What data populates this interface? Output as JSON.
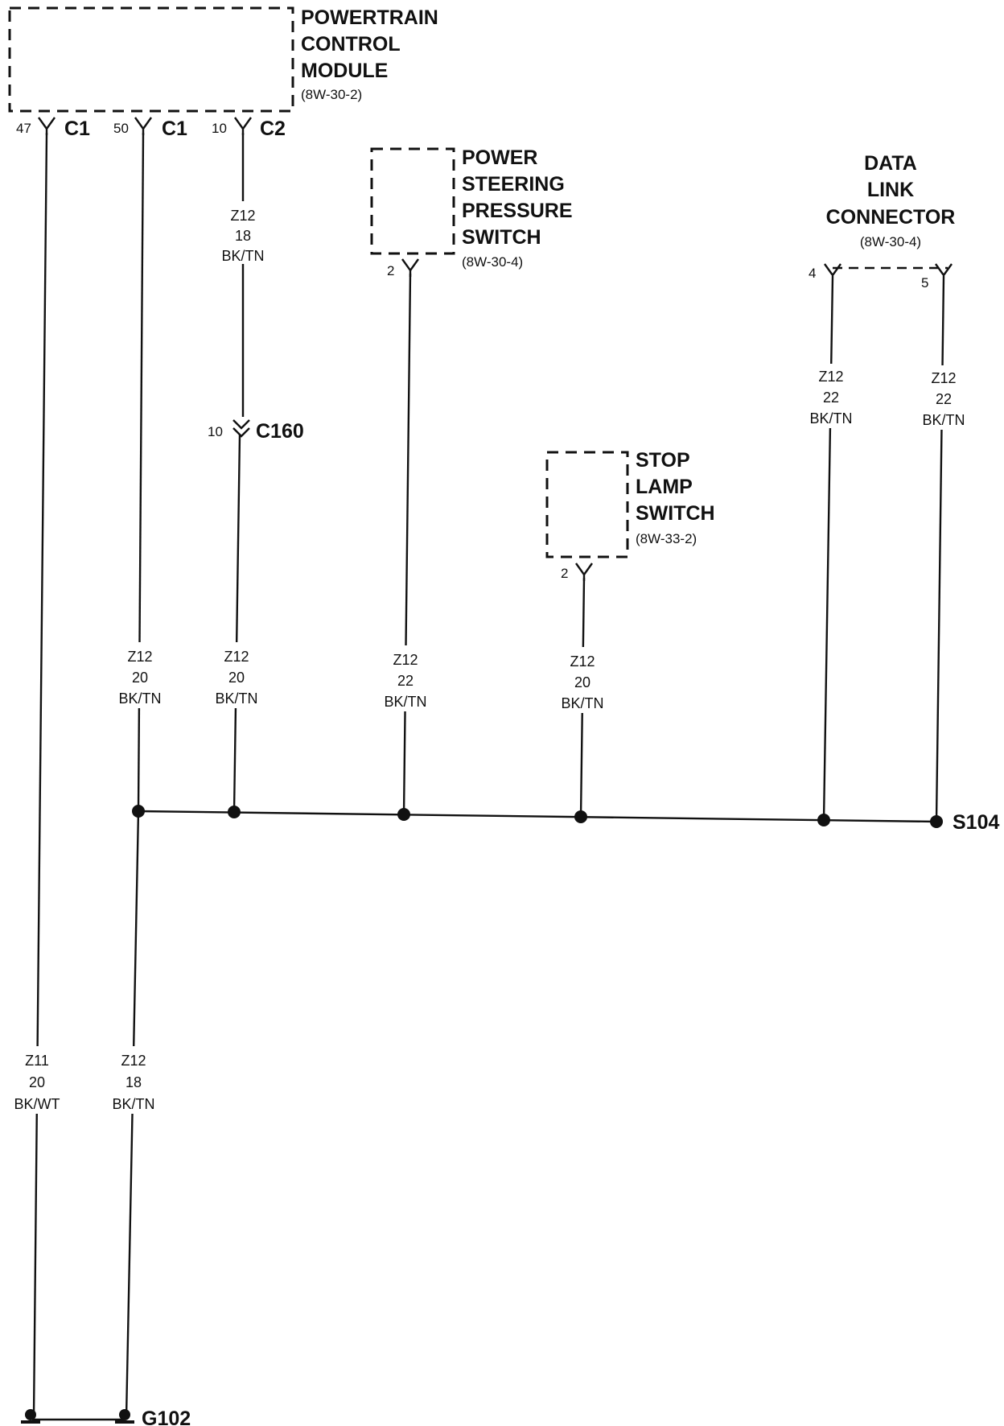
{
  "components": {
    "pcm": {
      "name": [
        "POWERTRAIN",
        "CONTROL",
        "MODULE"
      ],
      "ref": "(8W-30-2)"
    },
    "pss": {
      "name": [
        "POWER",
        "STEERING",
        "PRESSURE",
        "SWITCH"
      ],
      "ref": "(8W-30-4)"
    },
    "sls": {
      "name": [
        "STOP",
        "LAMP",
        "SWITCH"
      ],
      "ref": "(8W-33-2)"
    },
    "dlc": {
      "name": [
        "DATA",
        "LINK",
        "CONNECTOR"
      ],
      "ref": "(8W-30-4)"
    }
  },
  "pins": {
    "pcm_47": {
      "pin": "47",
      "connector": "C1"
    },
    "pcm_50": {
      "pin": "50",
      "connector": "C1"
    },
    "pcm_10": {
      "pin": "10",
      "connector": "C2"
    },
    "pss_2": {
      "pin": "2"
    },
    "sls_2": {
      "pin": "2"
    },
    "dlc_4": {
      "pin": "4"
    },
    "dlc_5": {
      "pin": "5"
    },
    "c160": {
      "pin": "10",
      "connector": "C160"
    }
  },
  "wires": [
    {
      "id": "pcm10-upper",
      "circuit": "Z12",
      "gauge": "18",
      "color": "BK/TN"
    },
    {
      "id": "dlc4",
      "circuit": "Z12",
      "gauge": "22",
      "color": "BK/TN"
    },
    {
      "id": "dlc5",
      "circuit": "Z12",
      "gauge": "22",
      "color": "BK/TN"
    },
    {
      "id": "pcm50-upper",
      "circuit": "Z12",
      "gauge": "20",
      "color": "BK/TN"
    },
    {
      "id": "c160-lower",
      "circuit": "Z12",
      "gauge": "20",
      "color": "BK/TN"
    },
    {
      "id": "pss",
      "circuit": "Z12",
      "gauge": "22",
      "color": "BK/TN"
    },
    {
      "id": "sls",
      "circuit": "Z12",
      "gauge": "20",
      "color": "BK/TN"
    },
    {
      "id": "pcm47",
      "circuit": "Z11",
      "gauge": "20",
      "color": "BK/WT"
    },
    {
      "id": "splice-ground",
      "circuit": "Z12",
      "gauge": "18",
      "color": "BK/TN"
    }
  ],
  "splice": {
    "name": "S104"
  },
  "ground": {
    "name": "G102"
  }
}
